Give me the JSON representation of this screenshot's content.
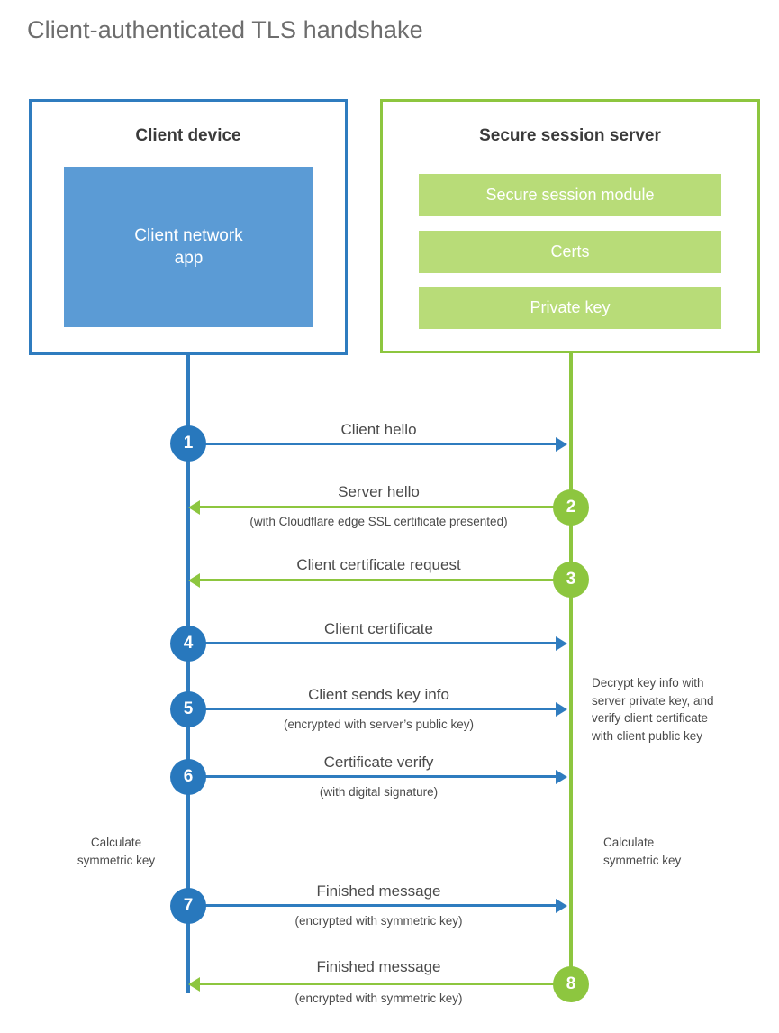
{
  "page": {
    "title": "Client-authenticated TLS handshake"
  },
  "colors": {
    "client_blue": "#2f7cbf",
    "client_app_blue": "#5b9bd5",
    "step_blue": "#2878bd",
    "server_green": "#8dc63f",
    "server_bar_green": "#b8dc78",
    "title_gray": "#6d6d6d",
    "text_gray": "#4a4a4a"
  },
  "client": {
    "title": "Client device",
    "app_label": "Client network\napp"
  },
  "server": {
    "title": "Secure session server",
    "bars": [
      {
        "label": "Secure session module"
      },
      {
        "label": "Certs"
      },
      {
        "label": "Private key"
      }
    ]
  },
  "notes": {
    "server_decrypt": "Decrypt key info with\nserver private key, and\nverify client certificate\nwith client public key",
    "client_calculate": "Calculate\nsymmetric key",
    "server_calculate": "Calculate\nsymmetric key"
  },
  "chart_data": {
    "type": "table",
    "title": "Client-authenticated TLS handshake",
    "actors": [
      "Client device",
      "Secure session server"
    ],
    "steps": [
      {
        "number": "1",
        "label": "Client hello",
        "sub": "",
        "direction": "client-to-server",
        "color": "#2878bd"
      },
      {
        "number": "2",
        "label": "Server hello",
        "sub": "(with Cloudflare edge SSL certificate presented)",
        "direction": "server-to-client",
        "color": "#8dc63f"
      },
      {
        "number": "3",
        "label": "Client certificate request",
        "sub": "",
        "direction": "server-to-client",
        "color": "#8dc63f"
      },
      {
        "number": "4",
        "label": "Client certificate",
        "sub": "",
        "direction": "client-to-server",
        "color": "#2878bd"
      },
      {
        "number": "5",
        "label": "Client sends key info",
        "sub": "(encrypted with server’s public key)",
        "direction": "client-to-server",
        "color": "#2878bd"
      },
      {
        "number": "6",
        "label": "Certificate verify",
        "sub": "(with digital signature)",
        "direction": "client-to-server",
        "color": "#2878bd"
      },
      {
        "number": "7",
        "label": "Finished message",
        "sub": "(encrypted with symmetric key)",
        "direction": "client-to-server",
        "color": "#2878bd"
      },
      {
        "number": "8",
        "label": "Finished message",
        "sub": "(encrypted with symmetric key)",
        "direction": "server-to-client",
        "color": "#8dc63f"
      }
    ]
  }
}
